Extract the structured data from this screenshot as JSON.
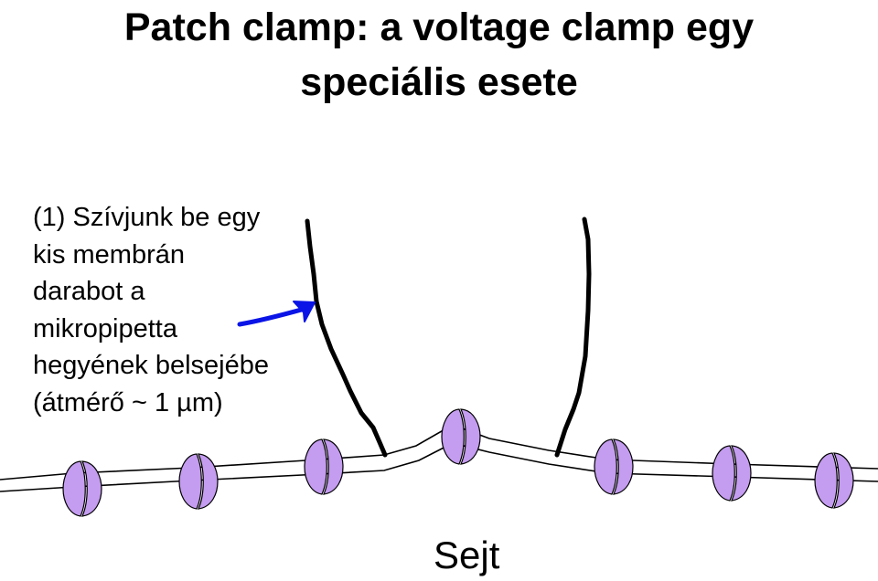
{
  "title": {
    "line1": "Patch clamp: a voltage clamp egy",
    "line2": "speciális esete"
  },
  "description": {
    "lines": [
      "(1) Szívjunk be egy",
      "kis membrán",
      "darabot a",
      "mikropipetta",
      "hegyének belsejébe",
      "(átmérő ~ 1 µm)"
    ]
  },
  "cell_label": "Sejt",
  "colors": {
    "channel_fill": "#c49cf0",
    "arrow": "#0a14e6",
    "pipette": "#000000",
    "membrane": "#000000"
  }
}
